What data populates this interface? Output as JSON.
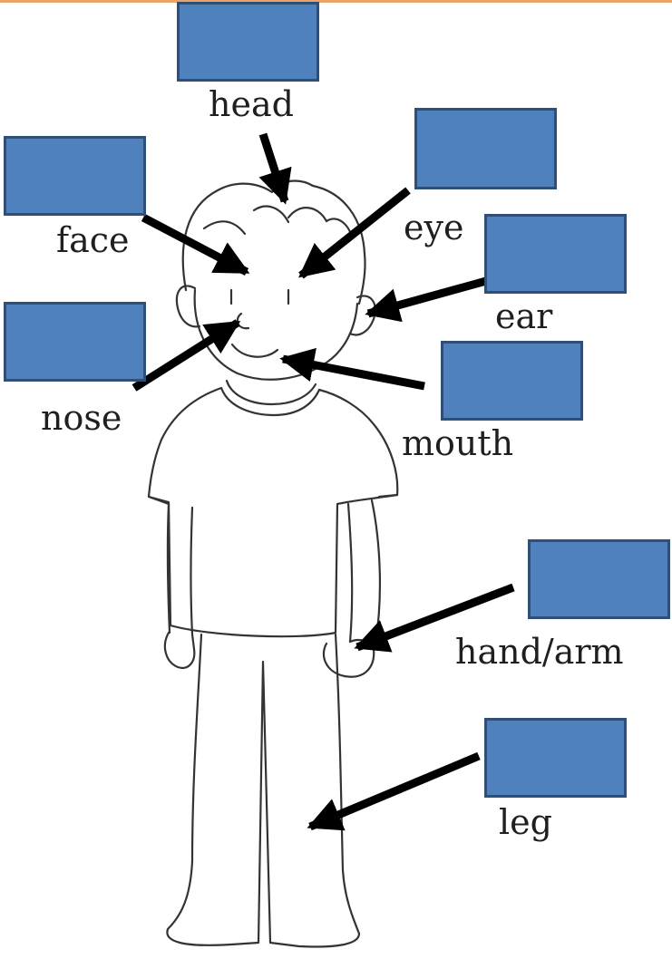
{
  "labels": {
    "head": "head",
    "face": "face",
    "eye": "eye",
    "ear": "ear",
    "nose": "nose",
    "mouth": "mouth",
    "hand_arm": "hand/arm",
    "leg": "leg"
  },
  "colors": {
    "answer_box_fill": "#4f81bd",
    "answer_box_border": "#2f4e78",
    "arrow": "#000000",
    "outline": "#333333"
  }
}
